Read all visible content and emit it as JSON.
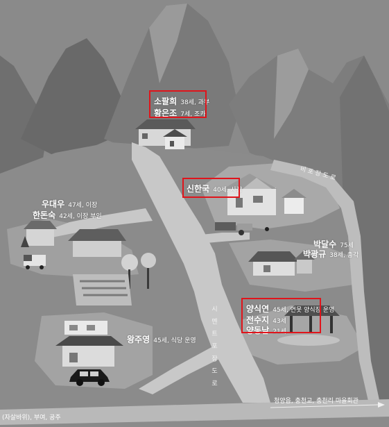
{
  "residents": [
    {
      "name": "소팔희",
      "desc": "38세, 과부"
    },
    {
      "name": "황은조",
      "desc": "7세, 조카"
    },
    {
      "name": "신한국",
      "desc": "40세, 사장"
    },
    {
      "name": "우대우",
      "desc": "47세, 이장"
    },
    {
      "name": "한돈숙",
      "desc": "42세, 이장 부인"
    },
    {
      "name": "박달수",
      "desc": "75세"
    },
    {
      "name": "박광규",
      "desc": "38세, 총각"
    },
    {
      "name": "양식연",
      "desc": "45세, 연못 양식장 운영"
    },
    {
      "name": "전수지",
      "desc": "43세"
    },
    {
      "name": "양동남",
      "desc": "21세"
    },
    {
      "name": "왕주영",
      "desc": "45세, 식당 운영"
    }
  ],
  "roads": {
    "center_road": "시 멘 트 포 장 도 로",
    "right_road": "비 포 장 도 로"
  },
  "bottom_left": "(자살바위), 부여, 공주",
  "bottom_right": "청양읍, 충천교, 충천리 마을회관",
  "colors": {
    "highlight": "#e0141b",
    "label_text": "#ffffff"
  }
}
